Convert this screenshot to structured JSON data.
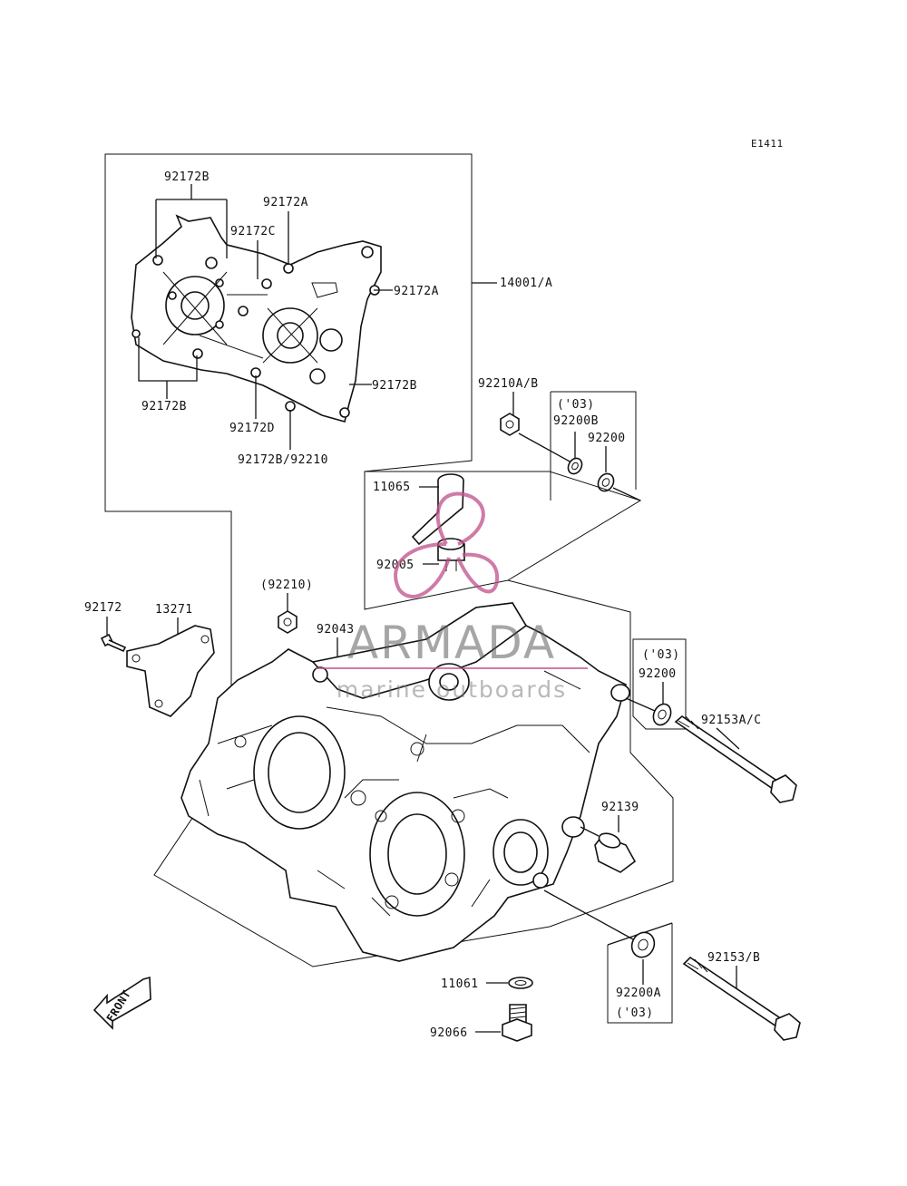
{
  "diagram_code": "E1411",
  "labels": {
    "l_92172B_top": "92172B",
    "l_92172A_top": "92172A",
    "l_92172C": "92172C",
    "l_92172A_right": "92172A",
    "l_14001A": "14001/A",
    "l_92172B_left": "92172B",
    "l_92172B_right": "92172B",
    "l_92172D": "92172D",
    "l_92172B_92210": "92172B/92210",
    "l_92210AB": "92210A/B",
    "l_03_a": "('03)",
    "l_92200B": "92200B",
    "l_92200_a": "92200",
    "l_11065": "11065",
    "l_92005": "92005",
    "l_92210_paren": "(92210)",
    "l_92043": "92043",
    "l_92172": "92172",
    "l_13271": "13271",
    "l_03_b": "('03)",
    "l_92200_b": "92200",
    "l_92153AC": "92153A/C",
    "l_92139": "92139",
    "l_92153B": "92153/B",
    "l_92200A": "92200A",
    "l_03_c": "('03)",
    "l_11061": "11061",
    "l_92066": "92066",
    "front_label": "FRONT"
  },
  "watermark": {
    "brand": "ARMADA",
    "tagline": "marine outboards",
    "color": "#c0508a"
  }
}
